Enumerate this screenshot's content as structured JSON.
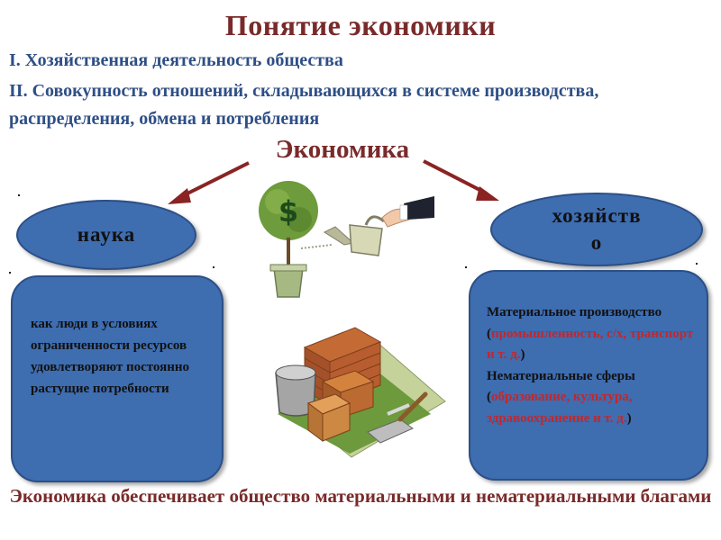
{
  "title": "Понятие экономики",
  "definitions": {
    "line1": "I. Хозяйственная деятельность общества",
    "line2": "II. Совокупность отношений, складывающихся в системе производства, распределения, обмена и потребления"
  },
  "center_word": "Экономика",
  "left": {
    "oval_label": "наука",
    "box_text": "как люди в условиях ограниченности ресурсов удовлетворяют постоянно растущие потребности"
  },
  "right": {
    "oval_label_line1": "хозяйств",
    "oval_label_line2": "о",
    "material_label": "Материальное производство",
    "material_open": "(",
    "material_examples": "промышленность, с/х, транспорт и т. д.",
    "material_close": ")",
    "nonmaterial_label": "Нематериальные сферы",
    "nonmaterial_open": "(",
    "nonmaterial_examples": "образование, культура, здравоохранение и т. д.",
    "nonmaterial_close": ")"
  },
  "bottom_text": "Экономика обеспечивает общество материальными и нематериальными благами",
  "colors": {
    "title": "#7a2a2a",
    "definitions": "#2e4f86",
    "shape_fill": "#3e6db0",
    "arrow": "#8b2323",
    "examples": "#c0282f"
  },
  "icons": [
    "money-tree-icon",
    "watering-can-icon",
    "construction-materials-icon"
  ]
}
